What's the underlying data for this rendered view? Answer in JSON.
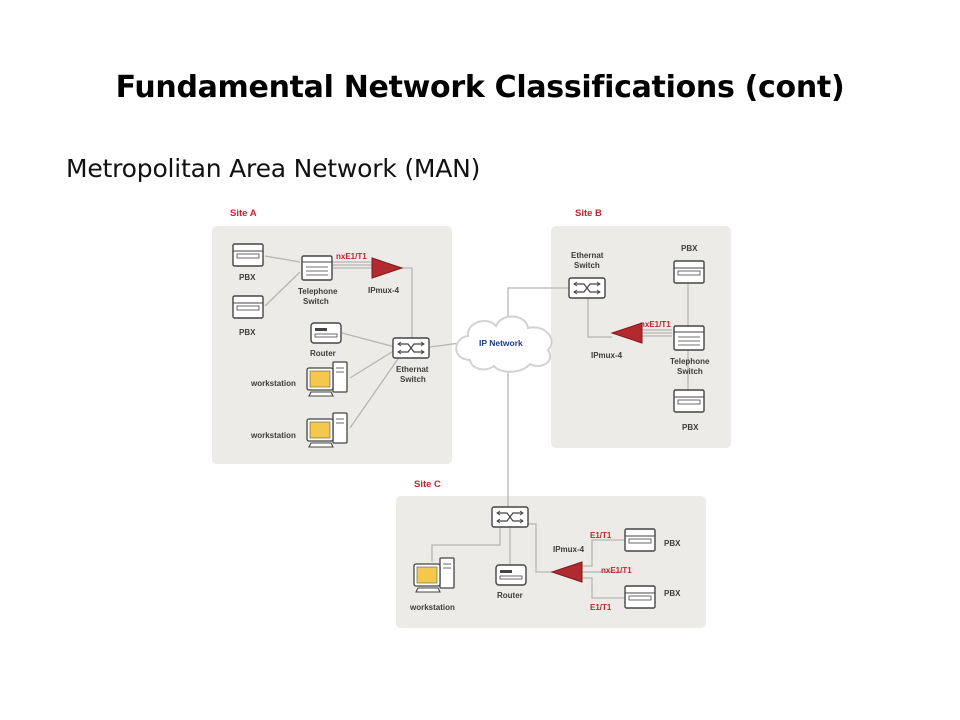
{
  "title": "Fundamental Network Classifications (cont)",
  "subtitle": "Metropolitan Area Network (MAN)",
  "colors": {
    "site_bg": "#ecebe7",
    "accent_red": "#c0262f",
    "device_fill": "#ffffff",
    "device_stroke": "#444444",
    "screen_yellow": "#f4c84a",
    "link_gray": "#b5b5b5",
    "cloud_blue": "#1b3a8c"
  },
  "diagram": {
    "site_a": {
      "label": "Site A",
      "pbx1": "PBX",
      "pbx2": "PBX",
      "tel_switch": [
        "Telephone",
        "Switch"
      ],
      "link": "nxE1/T1",
      "ipmux": "IPmux-4",
      "router": "Router",
      "eth_switch": [
        "Ethernat",
        "Switch"
      ],
      "ws1": "workstation",
      "ws2": "workstation"
    },
    "site_b": {
      "label": "Site B",
      "eth_switch": [
        "Ethernat",
        "Switch"
      ],
      "pbx1": "PBX",
      "link": "nxE1/T1",
      "ipmux": "IPmux-4",
      "tel_switch": [
        "Telephone",
        "Switch"
      ],
      "pbx2": "PBX"
    },
    "cloud": "IP Network",
    "site_c": {
      "label": "Site C",
      "ipmux": "IPmux-4",
      "link_top": "E1/T1",
      "link_mid": "nxE1/T1",
      "link_bot": "E1/T1",
      "pbx1": "PBX",
      "pbx2": "PBX",
      "router": "Router",
      "ws": "workstation"
    }
  }
}
